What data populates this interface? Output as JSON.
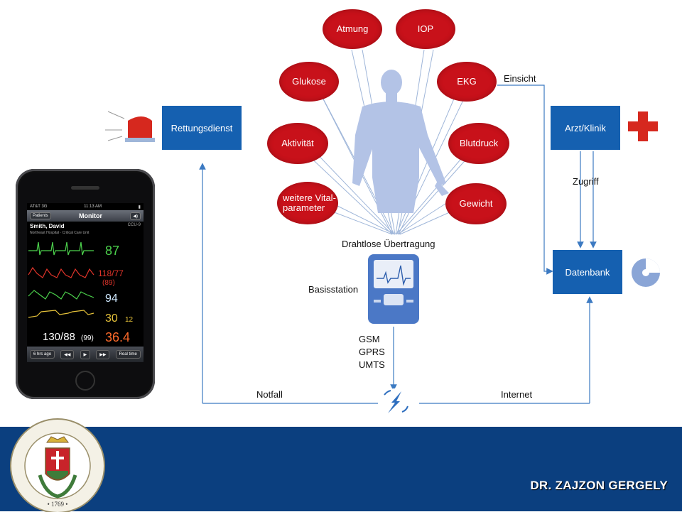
{
  "vitals": {
    "atmung": "Atmung",
    "iop": "IOP",
    "glukose": "Glukose",
    "ekg": "EKG",
    "aktivitaet": "Aktivität",
    "blutdruck": "Blutdruck",
    "weitere": "weitere Vital-parameter",
    "gewicht": "Gewicht"
  },
  "labels": {
    "drahtlos": "Drahtlose Übertragung",
    "basisstation": "Basisstation",
    "gsm": "GSM",
    "gprs": "GPRS",
    "umts": "UMTS",
    "einsicht": "Einsicht",
    "zugriff": "Zugriff",
    "notfall": "Notfall",
    "internet": "Internet"
  },
  "boxes": {
    "rettungsdienst": "Rettungsdienst",
    "arzt": "Arzt/Klinik",
    "datenbank": "Datenbank"
  },
  "phone": {
    "carrier": "AT&T  3G",
    "time": "11:13 AM",
    "patients_btn": "Patients",
    "nav_title": "Monitor",
    "patient_name": "Smith, David",
    "unit": "CCU-9",
    "hospital": "Northeast Hospital · Critical Care Unit",
    "hr": "87",
    "abp": "118/77",
    "abp_mean": "(89)",
    "spo2": "94",
    "etco2": "30",
    "resp": "12",
    "nbp": "130/88",
    "nbp_mean": "(99)",
    "temp": "36.4",
    "btn_back": "6 hrs ago",
    "btn_rew": "◀◀",
    "btn_play": "▶",
    "btn_ff": "▶▶",
    "btn_realtime": "Real time"
  },
  "footer": {
    "author": "DR. ZAJZON GERGELY"
  },
  "colors": {
    "oval": "#c8111a",
    "box": "#1560b0",
    "footer": "#0b3f7f",
    "figure": "#b3c3e6",
    "arrow": "#3c7ac2"
  }
}
